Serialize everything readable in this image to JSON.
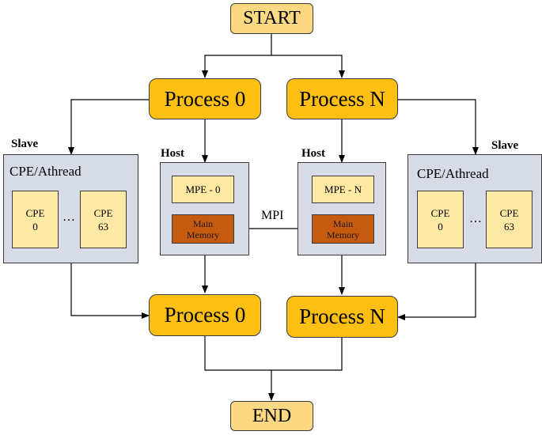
{
  "start": "START",
  "end": "END",
  "process_0": "Process 0",
  "process_n": "Process N",
  "slave_label": "Slave",
  "host_label": "Host",
  "cpe_panel_title": "CPE/Athread",
  "cpe_first": [
    "CPE",
    "0"
  ],
  "cpe_last": [
    "CPE",
    "63"
  ],
  "ellipsis": "…",
  "mpe_0": "MPE - 0",
  "mpe_n": "MPE - N",
  "main_memory": [
    "Main",
    "Memory"
  ],
  "mpi_label": "MPI"
}
